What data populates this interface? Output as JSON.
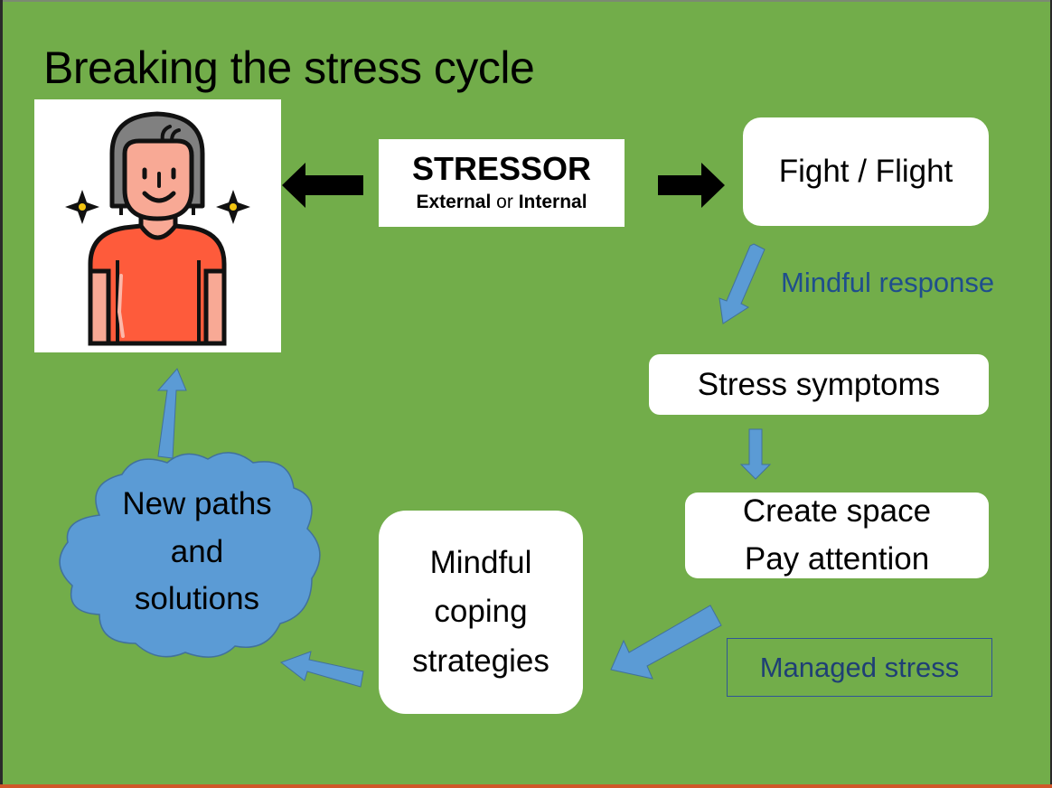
{
  "slide": {
    "title": "Breaking the stress cycle",
    "colors": {
      "background": "#72ad4a",
      "arrow_blue": "#5b9bd5",
      "text_blue": "#1f4e8c",
      "bottom_bar": "#d0572a"
    }
  },
  "stressor": {
    "heading": "STRESSOR",
    "sub_bold_1": "External",
    "sub_connector": "or",
    "sub_bold_2": "Internal"
  },
  "nodes": {
    "fight_flight": "Fight / Flight",
    "mindful_response": "Mindful response",
    "stress_symptoms": "Stress symptoms",
    "create_space_line1": "Create space",
    "create_space_line2": "Pay attention",
    "managed_stress": "Managed stress",
    "coping_line1": "Mindful",
    "coping_line2": "coping",
    "coping_line3": "strategies",
    "cloud_line1": "New paths",
    "cloud_line2": "and",
    "cloud_line3": "solutions"
  },
  "icons": {
    "person": "smiling-woman-illustration",
    "sparkles": "sparkle-star-icon"
  }
}
